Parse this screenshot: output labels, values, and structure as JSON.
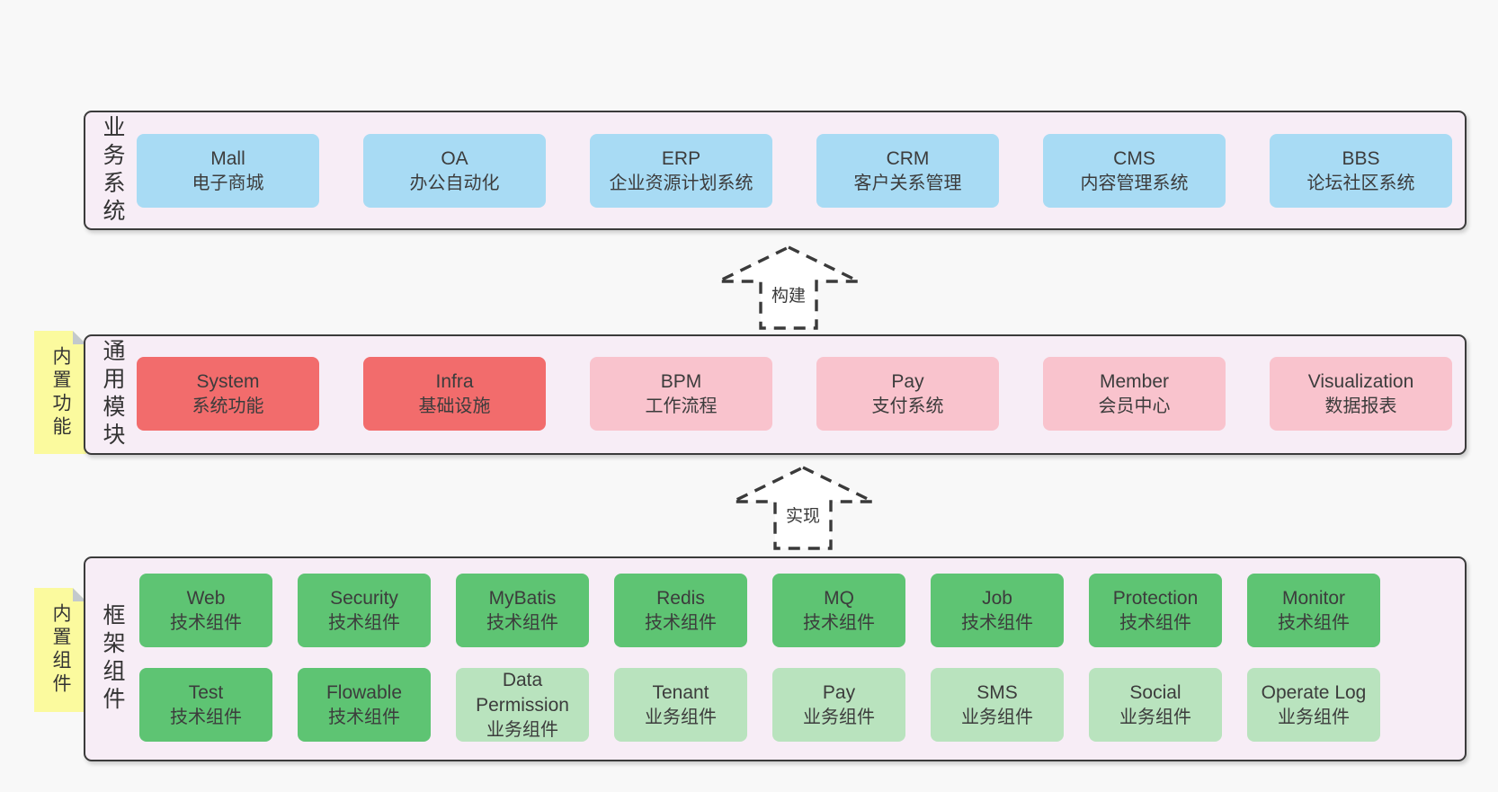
{
  "colors": {
    "page_background": "#f8f8f8",
    "layer_background": "#f7edf6",
    "layer_border": "#3b3b3b",
    "blue_box": "#a8dbf4",
    "red_box": "#f26c6c",
    "pink_box": "#f9c3cd",
    "green_box": "#5ec473",
    "light_green_box": "#b9e3be",
    "sticky_note": "#fbfa9e",
    "text": "#3c3c3c"
  },
  "arrows": [
    {
      "label": "构建"
    },
    {
      "label": "实现"
    }
  ],
  "layers": [
    {
      "label": "业务系统",
      "rows": [
        [
          {
            "name": "Mall",
            "subtitle": "电子商城"
          },
          {
            "name": "OA",
            "subtitle": "办公自动化"
          },
          {
            "name": "ERP",
            "subtitle": "企业资源计划系统"
          },
          {
            "name": "CRM",
            "subtitle": "客户关系管理"
          },
          {
            "name": "CMS",
            "subtitle": "内容管理系统"
          },
          {
            "name": "BBS",
            "subtitle": "论坛社区系统"
          }
        ]
      ]
    },
    {
      "label": "通用模块",
      "sticky": "内置功能",
      "rows": [
        [
          {
            "name": "System",
            "subtitle": "系统功能"
          },
          {
            "name": "Infra",
            "subtitle": "基础设施"
          },
          {
            "name": "BPM",
            "subtitle": "工作流程"
          },
          {
            "name": "Pay",
            "subtitle": "支付系统"
          },
          {
            "name": "Member",
            "subtitle": "会员中心"
          },
          {
            "name": "Visualization",
            "subtitle": "数据报表"
          }
        ]
      ]
    },
    {
      "label": "框架组件",
      "sticky": "内置组件",
      "rows": [
        [
          {
            "name": "Web",
            "subtitle": "技术组件"
          },
          {
            "name": "Security",
            "subtitle": "技术组件"
          },
          {
            "name": "MyBatis",
            "subtitle": "技术组件"
          },
          {
            "name": "Redis",
            "subtitle": "技术组件"
          },
          {
            "name": "MQ",
            "subtitle": "技术组件"
          },
          {
            "name": "Job",
            "subtitle": "技术组件"
          },
          {
            "name": "Protection",
            "subtitle": "技术组件"
          },
          {
            "name": "Monitor",
            "subtitle": "技术组件"
          }
        ],
        [
          {
            "name": "Test",
            "subtitle": "技术组件"
          },
          {
            "name": "Flowable",
            "subtitle": "技术组件"
          },
          {
            "name": "Data Permission",
            "subtitle": "业务组件"
          },
          {
            "name": "Tenant",
            "subtitle": "业务组件"
          },
          {
            "name": "Pay",
            "subtitle": "业务组件"
          },
          {
            "name": "SMS",
            "subtitle": "业务组件"
          },
          {
            "name": "Social",
            "subtitle": "业务组件"
          },
          {
            "name": "Operate Log",
            "subtitle": "业务组件"
          }
        ]
      ]
    }
  ]
}
